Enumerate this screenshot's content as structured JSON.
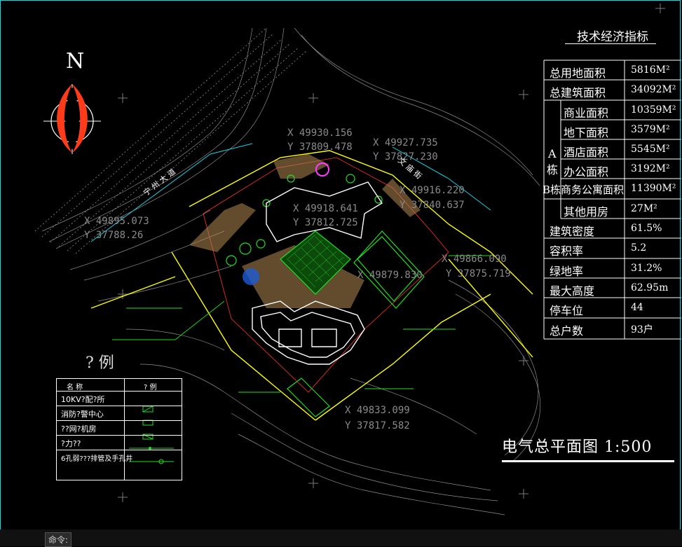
{
  "north_label": "N",
  "tech_table": {
    "title": "技术经济指标",
    "rows": [
      {
        "label": "总用地面积",
        "value": "5816M²"
      },
      {
        "label": "总建筑面积",
        "value": "34092M²"
      },
      {
        "label": "商业面积",
        "value": "10359M²"
      },
      {
        "label": "地下面积",
        "value": "3579M²"
      },
      {
        "label": "酒店面积",
        "value": "5545M²"
      },
      {
        "label": "办公面积",
        "value": "3192M²"
      },
      {
        "label": "B栋商务公寓面积",
        "value": "11390M²"
      },
      {
        "label": "其他用房",
        "value": "27M²"
      },
      {
        "label": "建筑密度",
        "value": "61.5%"
      },
      {
        "label": "容积率",
        "value": "5.2"
      },
      {
        "label": "绿地率",
        "value": "31.2%"
      },
      {
        "label": "最大高度",
        "value": "62.95m"
      },
      {
        "label": "停车位",
        "value": "44"
      },
      {
        "label": "总户数",
        "value": "93户"
      }
    ],
    "group_label_a": "A",
    "group_label_a2": "栋"
  },
  "legend": {
    "title": "? 例",
    "header_name": "名 称",
    "header_symbol": "? 例",
    "items": [
      {
        "name": "10KV?配?所"
      },
      {
        "name": "消防?警中心"
      },
      {
        "name": "??网?机房"
      },
      {
        "name": "?力??"
      },
      {
        "name": "6孔弱???排管及手孔井"
      }
    ]
  },
  "drawing_title": "电气总平面图 1:500",
  "command_prompt": "命令:",
  "coords": {
    "c1x": "X 49930.156",
    "c1y": "Y 37809.478",
    "c2x": "X 49927.735",
    "c2y": "Y 37827.230",
    "c3x": "X 49916.220",
    "c3y": "Y 37840.637",
    "c4x": "X 49918.641",
    "c4y": "Y 37812.725",
    "c5x": "X 49895.073",
    "c5y": "Y 37788.26",
    "c6x": "X 49879.830",
    "c6y": "Y 37875.719",
    "c7x": "X 49833.099",
    "c7y": "Y 37817.582",
    "c8": "X 49866.090"
  },
  "road_labels": {
    "r1": "宁 州 大 道",
    "r2": "文 庙 街"
  },
  "colors": {
    "frame": "#19d3e6",
    "site_line": "#ffff00",
    "green": "#21e021",
    "building": "#ffffff",
    "plaza": "#d4a06a",
    "contour": "#9a9a9a",
    "compass_red": "#ff3b1a"
  }
}
